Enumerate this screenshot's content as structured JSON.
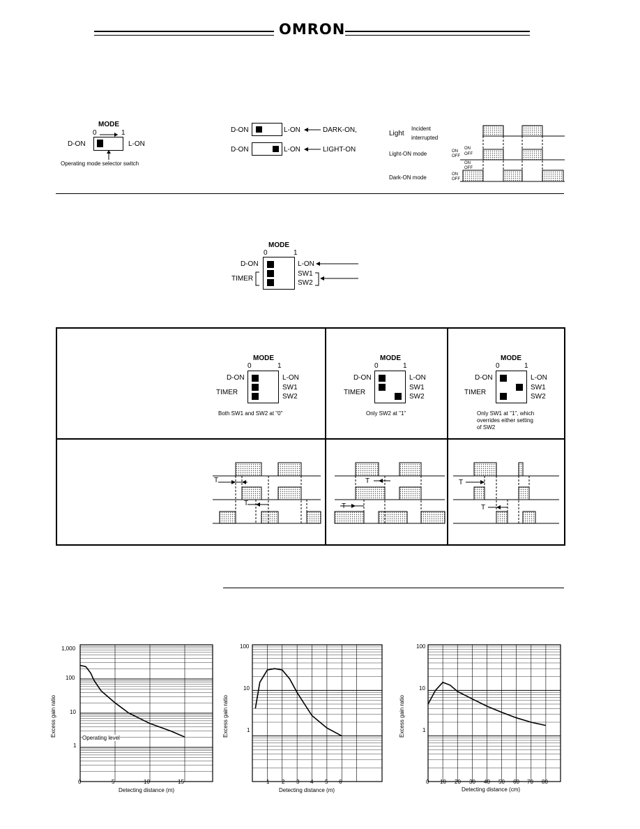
{
  "header": {
    "logo": "OMRON"
  },
  "mode_section": {
    "switch_title": "MODE",
    "scale_0": "0",
    "scale_1": "1",
    "left_label": "D-ON",
    "right_label": "L-ON",
    "caption": "Operating mode selector switch",
    "dark_on_row": {
      "left": "D-ON",
      "right": "L-ON",
      "arrow_label": "DARK-ON,"
    },
    "light_on_row": {
      "left": "D-ON",
      "right": "L-ON",
      "arrow_label": "LIGHT-ON"
    },
    "timing": {
      "light_label": "Light",
      "incident": "Incident",
      "interrupted": "interrupted",
      "light_on_mode": "Light-ON mode",
      "dark_on_mode": "Dark-ON mode",
      "on": "ON",
      "off": "OFF"
    }
  },
  "timer_switch": {
    "title": "MODE",
    "scale_0": "0",
    "scale_1": "1",
    "d_on": "D-ON",
    "timer": "TIMER",
    "l_on": "L-ON",
    "sw1": "SW1",
    "sw2": "SW2"
  },
  "timer_table": {
    "columns": [
      {
        "caption_lines": [
          "Both SW1 and SW2 at \"0\""
        ]
      },
      {
        "caption_lines": [
          "Only SW2 at \"1\""
        ]
      },
      {
        "caption_lines": [
          "Only SW1 at \"1\", which",
          "overrides either setting",
          "of SW2"
        ]
      }
    ],
    "mode": "MODE",
    "zero": "0",
    "one": "1",
    "d_on": "D-ON",
    "timer": "TIMER",
    "l_on": "L-ON",
    "sw1": "SW1",
    "sw2": "SW2",
    "t_label": "T"
  },
  "graphs": [
    {
      "ylabel": "Excess gain ratio",
      "xlabel": "Detecting distance (m)",
      "yticks": [
        "1,000",
        "100",
        "10",
        "1"
      ],
      "xticks": [
        "0",
        "5",
        "10",
        "15"
      ],
      "annotation": "Operating level"
    },
    {
      "ylabel": "Excess gain ratio",
      "xlabel": "Detecting distance (m)",
      "yticks": [
        "100",
        "10",
        "1"
      ],
      "xticks": [
        "1",
        "2",
        "3",
        "4",
        "5",
        "6"
      ]
    },
    {
      "ylabel": "Excess gain ratio",
      "xlabel": "Detecting distance (cm)",
      "yticks": [
        "100",
        "10",
        "1"
      ],
      "xticks": [
        "0",
        "10",
        "20",
        "30",
        "40",
        "50",
        "60",
        "70",
        "80"
      ]
    }
  ],
  "chart_data": [
    {
      "type": "line",
      "xlabel": "Detecting distance (m)",
      "ylabel": "Excess gain ratio",
      "xlim": [
        0,
        19
      ],
      "ylim": [
        0.1,
        1000
      ],
      "yscale": "log",
      "x": [
        0,
        0.8,
        1.5,
        2,
        3,
        5,
        7,
        10,
        13,
        15
      ],
      "y": [
        250,
        230,
        150,
        90,
        45,
        20,
        10,
        5,
        3,
        2
      ]
    },
    {
      "type": "line",
      "xlabel": "Detecting distance (m)",
      "ylabel": "Excess gain ratio",
      "ylim": [
        0.1,
        100
      ],
      "yscale": "log",
      "x": [
        0.2,
        0.5,
        1,
        1.5,
        2,
        2.5,
        3,
        3.5,
        4,
        5,
        6
      ],
      "y": [
        4,
        15,
        28,
        30,
        28,
        18,
        9,
        5,
        2.8,
        1.5,
        1
      ]
    },
    {
      "type": "line",
      "xlabel": "Detecting distance (cm)",
      "ylabel": "Excess gain ratio",
      "xlim": [
        0,
        90
      ],
      "ylim": [
        0.1,
        100
      ],
      "yscale": "log",
      "x": [
        0,
        5,
        10,
        15,
        20,
        30,
        40,
        50,
        60,
        70,
        80
      ],
      "y": [
        5,
        10,
        15,
        13,
        9.5,
        6.5,
        4.5,
        3.3,
        2.5,
        2,
        1.7
      ]
    }
  ]
}
